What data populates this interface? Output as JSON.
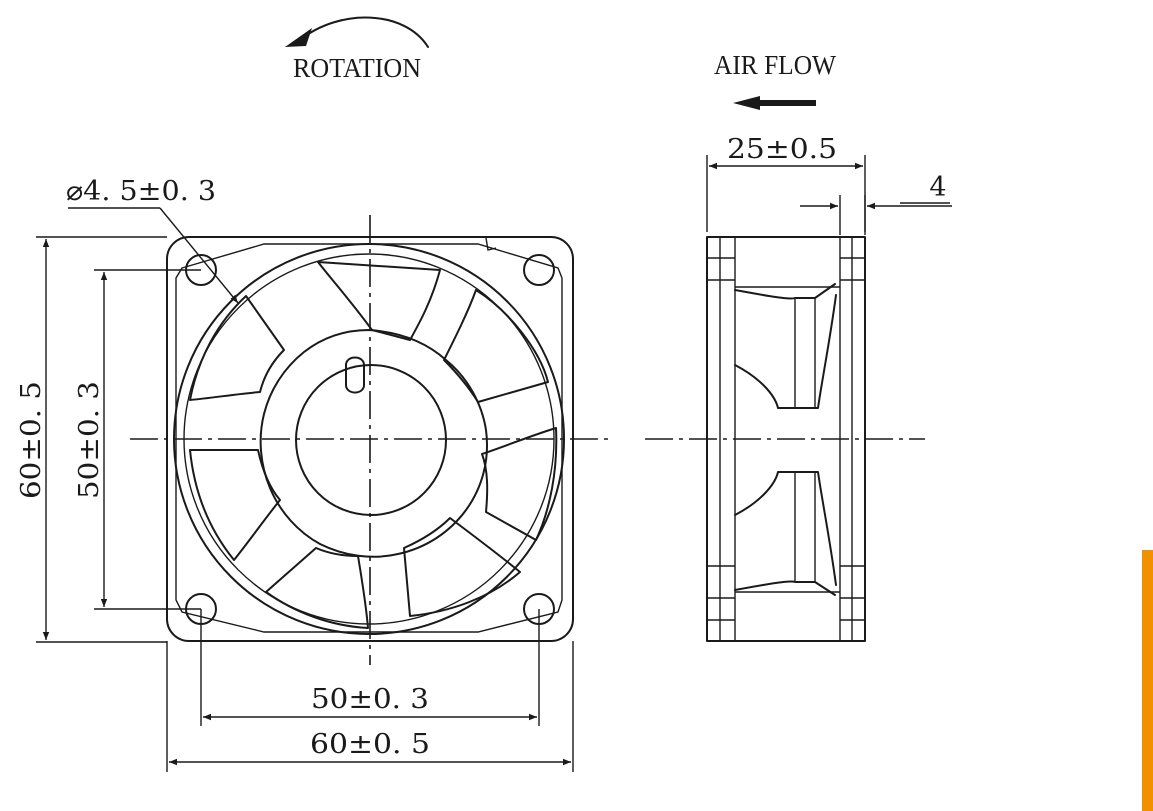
{
  "labels": {
    "rotation": "ROTATION",
    "air_flow": "AIR FLOW",
    "hole_diameter": "⌀4. 5±0. 3",
    "height_outer": "60±0. 5",
    "height_inner": "50±0. 3",
    "width_inner": "50±0. 3",
    "width_outer": "60±0. 5",
    "depth": "25±0.5",
    "flange": "4"
  },
  "icons": {
    "rotation_arrow": "curved-arrow-left-icon",
    "airflow_arrow": "arrow-left-icon",
    "screw_hole": "circle-icon"
  },
  "colors": {
    "line": "#1a1a1a",
    "accent": "#f29100"
  }
}
